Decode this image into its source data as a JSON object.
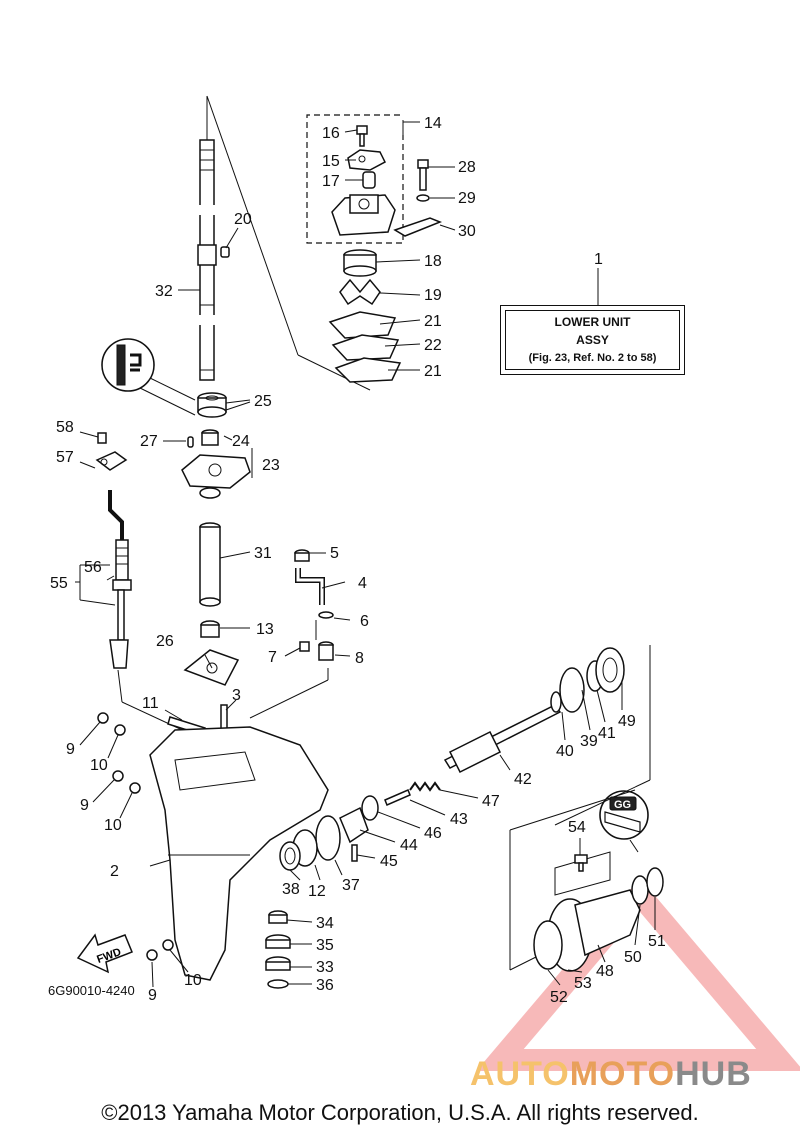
{
  "title_box": {
    "line1": "LOWER UNIT",
    "line2": "ASSY",
    "line3": "(Fig. 23, Ref. No. 2 to 58)",
    "callout": "1"
  },
  "diagram_code": "6G90010-4240",
  "fwd_label": "FWD",
  "gg_label": "GG",
  "copyright": "©2013 Yamaha Motor Corporation, U.S.A. All rights reserved.",
  "watermark": {
    "part1": "AUTO",
    "part2": "MOTO",
    "part3": "HUB",
    "accent_color": "#f08080"
  },
  "callouts": [
    {
      "n": "2"
    },
    {
      "n": "3"
    },
    {
      "n": "4"
    },
    {
      "n": "5"
    },
    {
      "n": "6"
    },
    {
      "n": "7"
    },
    {
      "n": "8"
    },
    {
      "n": "9"
    },
    {
      "n": "9"
    },
    {
      "n": "9"
    },
    {
      "n": "10"
    },
    {
      "n": "10"
    },
    {
      "n": "10"
    },
    {
      "n": "11"
    },
    {
      "n": "12"
    },
    {
      "n": "13"
    },
    {
      "n": "14"
    },
    {
      "n": "15"
    },
    {
      "n": "16"
    },
    {
      "n": "17"
    },
    {
      "n": "18"
    },
    {
      "n": "19"
    },
    {
      "n": "20"
    },
    {
      "n": "21"
    },
    {
      "n": "21"
    },
    {
      "n": "22"
    },
    {
      "n": "23"
    },
    {
      "n": "24"
    },
    {
      "n": "25"
    },
    {
      "n": "26"
    },
    {
      "n": "27"
    },
    {
      "n": "28"
    },
    {
      "n": "29"
    },
    {
      "n": "30"
    },
    {
      "n": "31"
    },
    {
      "n": "32"
    },
    {
      "n": "33"
    },
    {
      "n": "34"
    },
    {
      "n": "35"
    },
    {
      "n": "36"
    },
    {
      "n": "37"
    },
    {
      "n": "38"
    },
    {
      "n": "39"
    },
    {
      "n": "40"
    },
    {
      "n": "41"
    },
    {
      "n": "42"
    },
    {
      "n": "43"
    },
    {
      "n": "44"
    },
    {
      "n": "45"
    },
    {
      "n": "46"
    },
    {
      "n": "47"
    },
    {
      "n": "48"
    },
    {
      "n": "49"
    },
    {
      "n": "50"
    },
    {
      "n": "51"
    },
    {
      "n": "52"
    },
    {
      "n": "53"
    },
    {
      "n": "54"
    },
    {
      "n": "55"
    },
    {
      "n": "56"
    },
    {
      "n": "57"
    },
    {
      "n": "58"
    }
  ]
}
